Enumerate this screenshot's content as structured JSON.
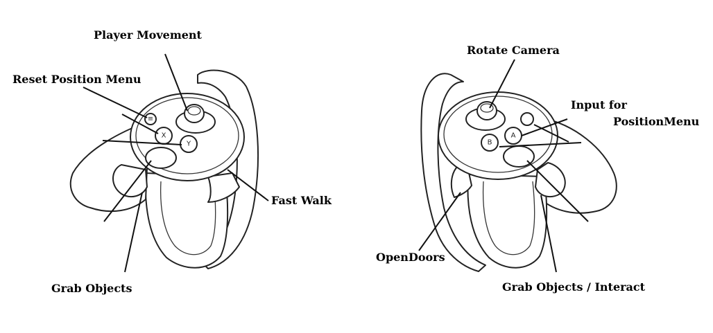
{
  "left_controller": {
    "labels": {
      "player_movement": "Player Movement",
      "reset_position_menu": "Reset Position Menu",
      "fast_walk": "Fast Walk",
      "grab_objects": "Grab Objects"
    },
    "buttons": {
      "x": "X",
      "y": "Y",
      "menu": "≡"
    }
  },
  "right_controller": {
    "labels": {
      "rotate_camera": "Rotate Camera",
      "input_for": "Input for",
      "position_menu": "PositionMenu",
      "open_doors": "OpenDoors",
      "grab_objects_interact": "Grab Objects / Interact"
    },
    "buttons": {
      "a": "A",
      "b": "B"
    }
  }
}
